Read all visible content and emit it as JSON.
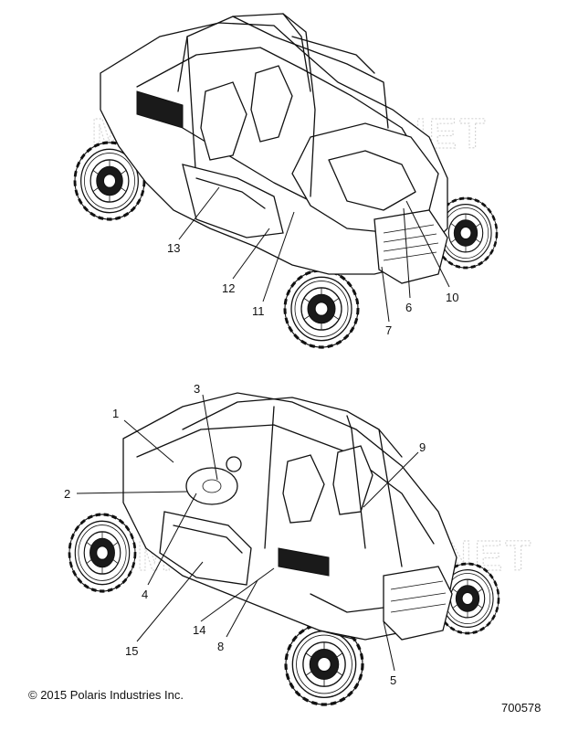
{
  "watermark": "MOTOSPORT.NET",
  "top_view": {
    "callouts": [
      {
        "number": "13"
      },
      {
        "number": "12"
      },
      {
        "number": "11"
      },
      {
        "number": "7"
      },
      {
        "number": "6"
      },
      {
        "number": "10"
      }
    ]
  },
  "bottom_view": {
    "callouts": [
      {
        "number": "1"
      },
      {
        "number": "3"
      },
      {
        "number": "2"
      },
      {
        "number": "9"
      },
      {
        "number": "4"
      },
      {
        "number": "15"
      },
      {
        "number": "14"
      },
      {
        "number": "8"
      },
      {
        "number": "5"
      }
    ]
  },
  "footer": {
    "copyright": "© 2015 Polaris Industries Inc.",
    "reference_number": "700578"
  }
}
